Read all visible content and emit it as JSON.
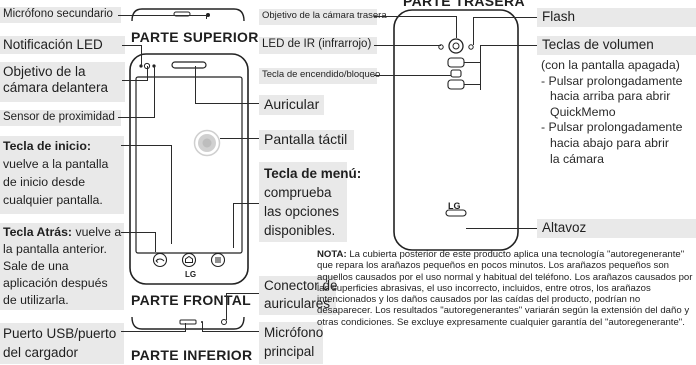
{
  "headings": {
    "rear": "PARTE TRASERA",
    "top": "PARTE SUPERIOR",
    "front": "PARTE FRONTAL",
    "bottom": "PARTE INFERIOR"
  },
  "labels": {
    "mic_secondary": "Micrófono secundario",
    "led_notification": "Notificación LED",
    "front_camera_l1": "Objetivo de la",
    "front_camera_l2": "cámara delantera",
    "proximity_sensor": "Sensor de proximidad",
    "home_key_title": "Tecla de inicio:",
    "home_key_l1": "vuelve a la pantalla",
    "home_key_l2": "de inicio desde",
    "home_key_l3": "cualquier pantalla.",
    "back_key_title": "Tecla Atrás:",
    "back_key_l1": " vuelve a",
    "back_key_l2": "la pantalla anterior.",
    "back_key_l3": "Sale de una",
    "back_key_l4": "aplicación después",
    "back_key_l5": "de utilizarla.",
    "usb_l1": "Puerto USB/puerto",
    "usb_l2": "del cargador",
    "earpiece": "Auricular",
    "touchscreen": "Pantalla táctil",
    "menu_key_title": "Tecla de menú:",
    "menu_key_l1": "comprueba",
    "menu_key_l2": "las opciones",
    "menu_key_l3": "disponibles.",
    "headset_l1": "Conector de",
    "headset_l2": "auriculares",
    "main_mic_l1": "Micrófono",
    "main_mic_l2": "principal",
    "rear_camera": "Objetivo de la cámara trasera",
    "ir_led": "LED de IR (infrarrojo)",
    "power_key": "Tecla de encendido/bloqueo",
    "flash": "Flash",
    "volume_keys": "Teclas de volumen",
    "volume_sub": "(con la pantalla apagada)",
    "volume_b1_l1": "- Pulsar prolongadamente",
    "volume_b1_l2": "hacia arriba para abrir",
    "volume_b1_l3": "QuickMemo",
    "volume_b2_l1": "- Pulsar prolongadamente",
    "volume_b2_l2": "hacia abajo para abrir",
    "volume_b2_l3": "la cámara",
    "speaker": "Altavoz"
  },
  "logos": {
    "front": "LG",
    "back": "LG"
  },
  "note": {
    "title": "NOTA:",
    "body": " La cubierta posterior de este producto aplica una tecnología \"autoregenerante\" que repara los arañazos pequeños en pocos minutos. Los arañazos pequeños son aquellos causados por el uso normal y habitual del teléfono. Los arañazos causados por las superficies abrasivas, el uso incorrecto, incluidos, entre otros, los arañazos intencionados y los daños causados por las caídas del producto, podrían no desaparecer. Los resultados \"autoregenerantes\" variarán según la extensión del daño y otras condiciones. Se excluye expresamente cualquier garantía del \"autoregenerante\"."
  },
  "colors": {
    "label_bg": "#e9e9e9",
    "text": "#1f1f1f",
    "line": "#2b2b2b"
  }
}
